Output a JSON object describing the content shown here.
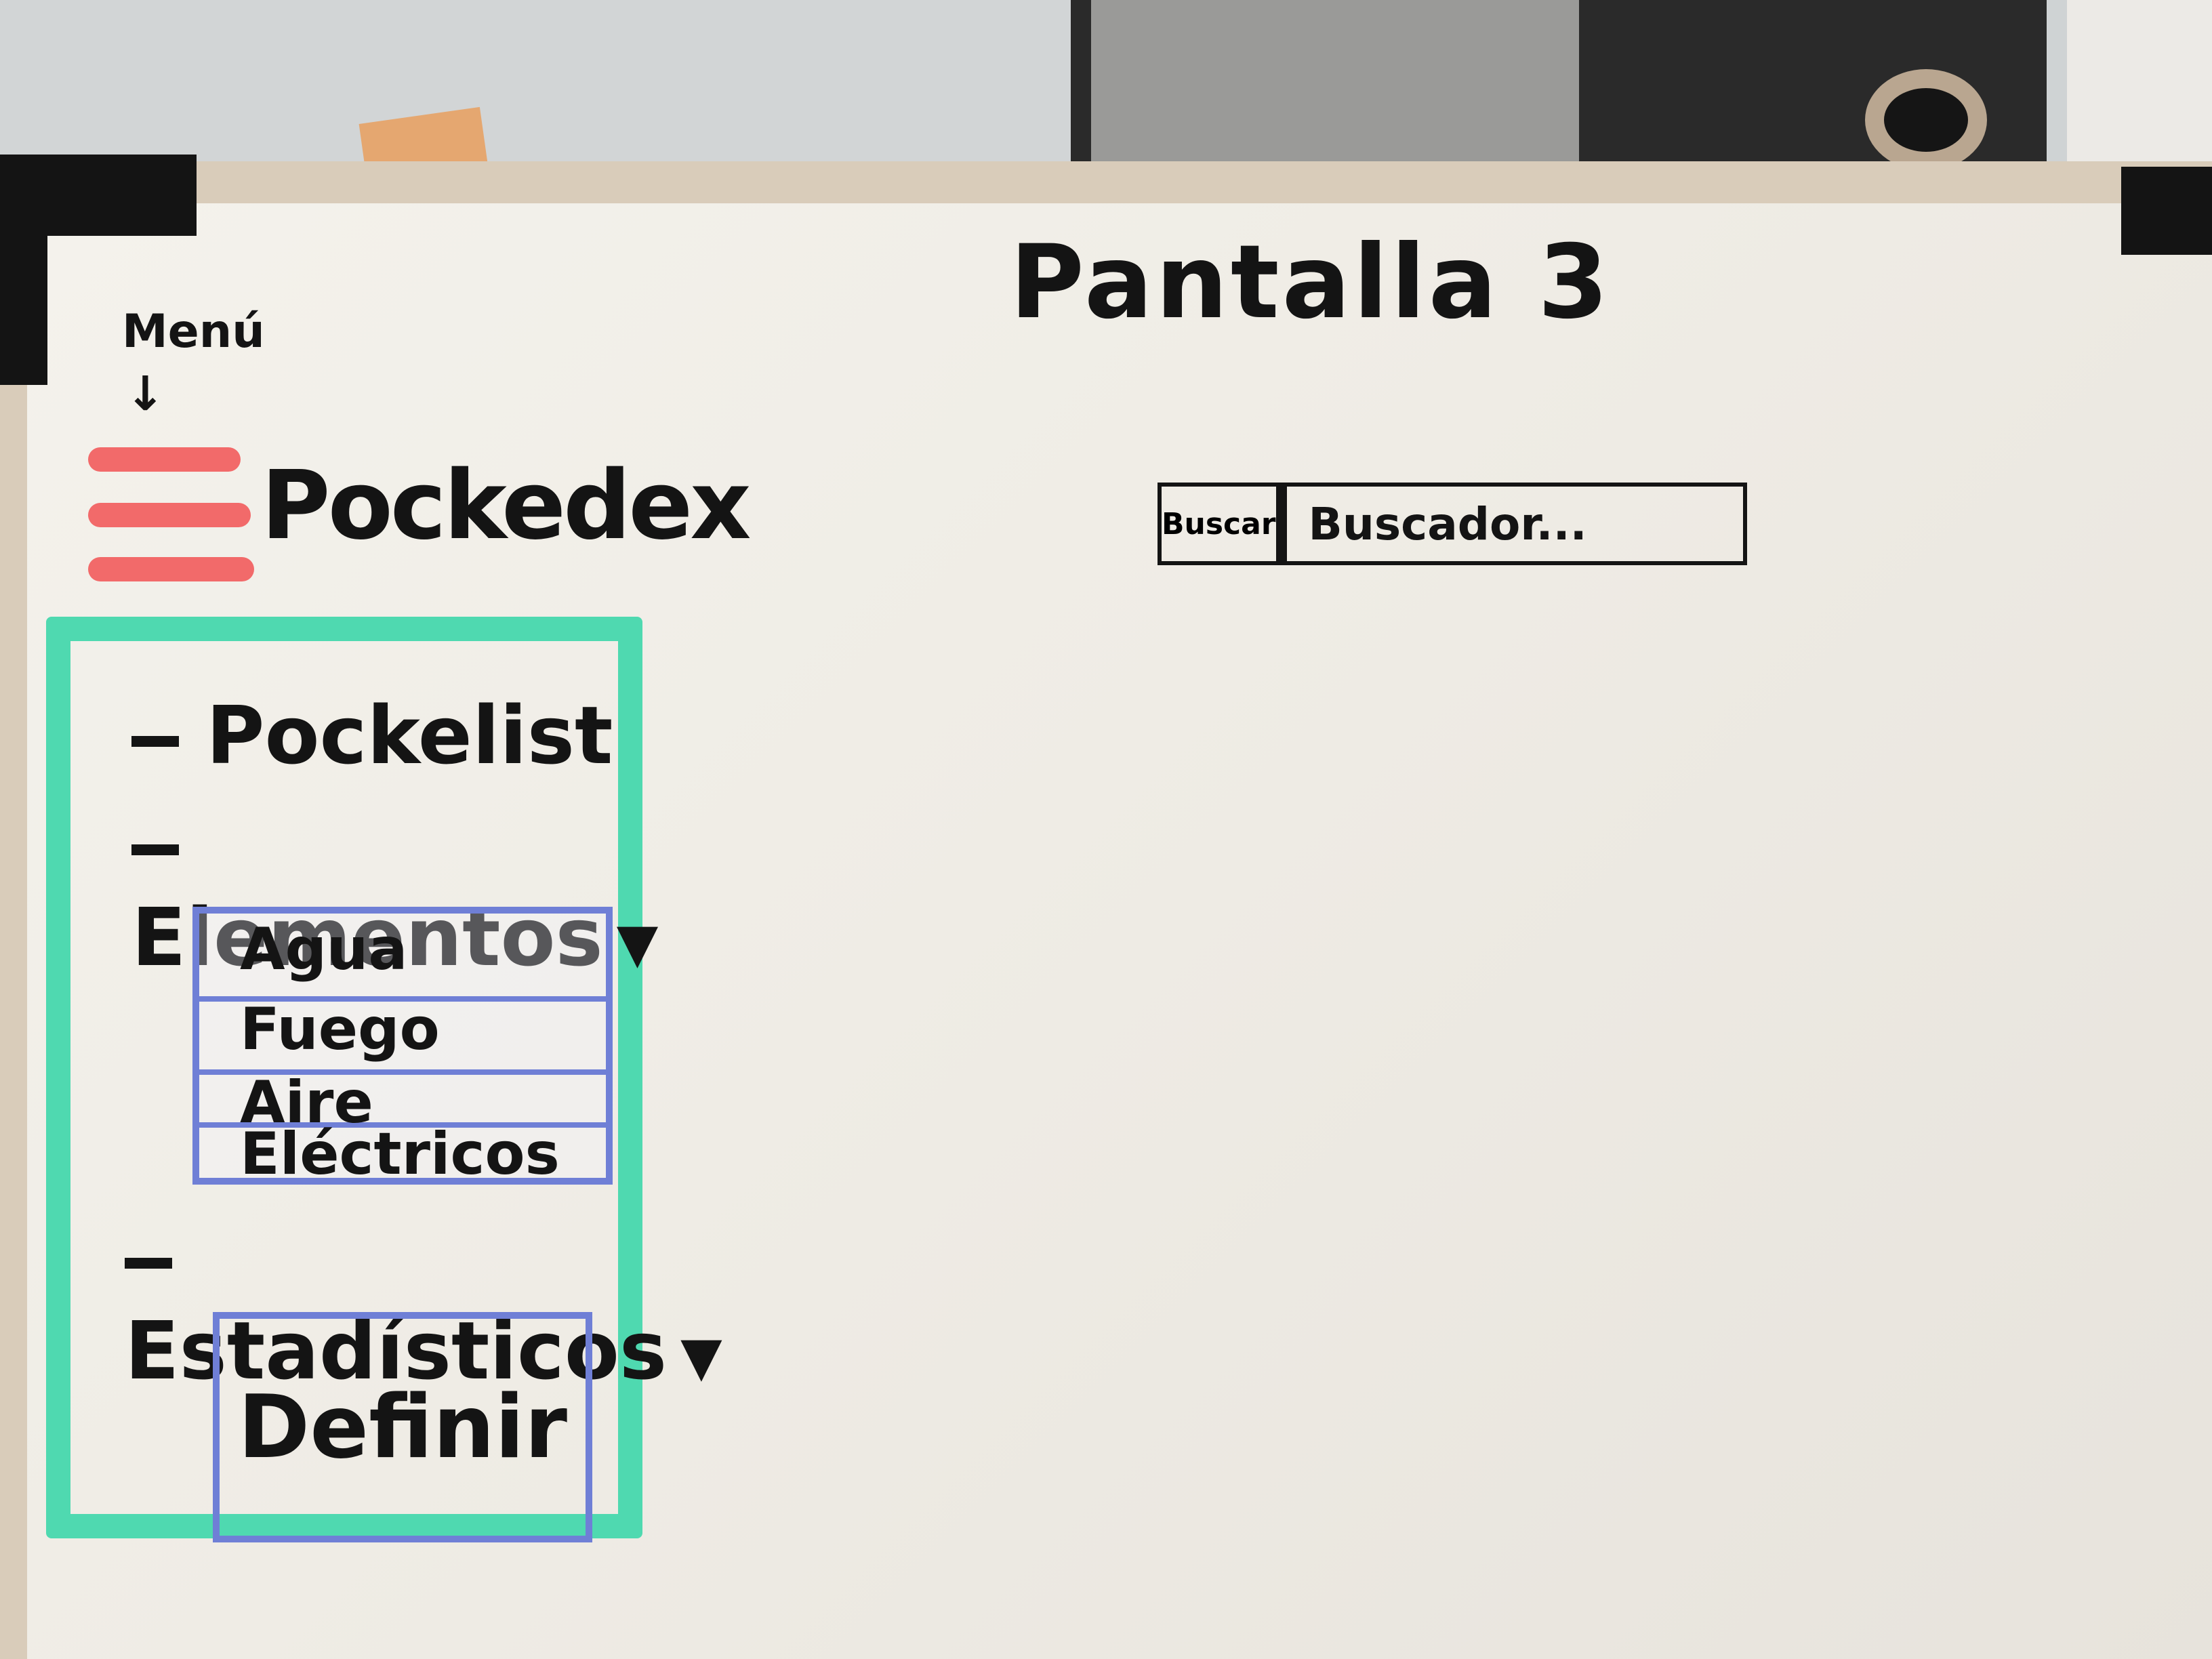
{
  "screen": {
    "title": "Pantalla 3"
  },
  "annotation": {
    "menu_label": "Menú",
    "menu_arrow": "↓"
  },
  "header": {
    "menu_icon": "hamburger-icon",
    "app_name": "Pockedex"
  },
  "search": {
    "button_label": "Buscar",
    "placeholder": "Buscador..."
  },
  "side_menu": {
    "items": [
      {
        "label": "Pockelist"
      },
      {
        "label": "Elementos",
        "expanded": true,
        "caret": "▼"
      },
      {
        "label": "Estadísticos",
        "expanded": true,
        "caret": "▼"
      }
    ],
    "elementos_options": [
      "Agua",
      "Fuego",
      "Aire",
      "Eléctricos"
    ],
    "estadisticos_action": "Definir"
  },
  "colors": {
    "menu_icon": "#f26a6a",
    "panel_border": "#4fd9b0",
    "sublist_border": "#6f7fd6",
    "ink": "#141414"
  }
}
